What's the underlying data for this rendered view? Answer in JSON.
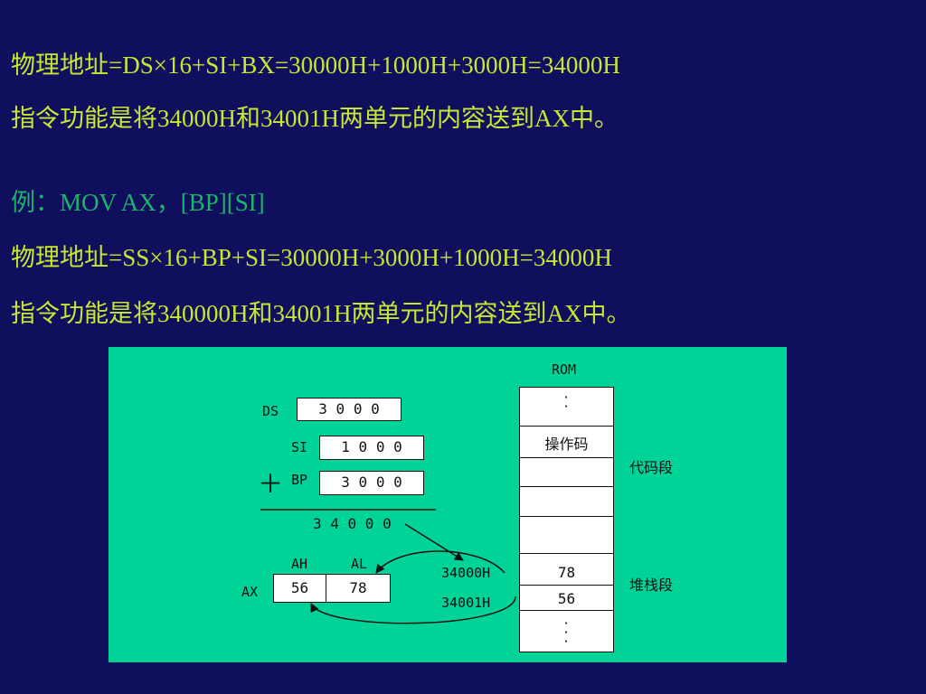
{
  "text_lines": {
    "line1": "物理地址=DS×16+SI+BX=30000H+1000H+3000H=34000H",
    "line2": "指令功能是将34000H和34001H两单元的内容送到AX中。",
    "line3": "例：MOV  AX，[BP][SI]",
    "line4": "物理地址=SS×16+BP+SI=30000H+3000H+1000H=34000H",
    "line5": "指令功能是将340000H和34001H两单元的内容送到AX中。"
  },
  "diagram": {
    "rom_label": "ROM",
    "ds": {
      "label": "DS",
      "value": "3 0 0 0"
    },
    "si": {
      "label": "SI",
      "value": "1 0 0 0"
    },
    "bp": {
      "label": "BP",
      "value": "3 0 0 0"
    },
    "plus_sign": "＋",
    "sum": "3 4 0 0 0",
    "ax": {
      "label": "AX",
      "ah_label": "AH",
      "al_label": "AL",
      "ah_value": "56",
      "al_value": "78"
    },
    "addr1": "34000H",
    "addr2": "34001H",
    "memory": {
      "dots_top": "·\n·",
      "opcode": "操作码",
      "cell1": "78",
      "cell2": "56",
      "dots_bottom": "·\n·\n·"
    },
    "code_segment": "代码段",
    "stack_segment": "堆栈段"
  },
  "colors": {
    "background": "#0f0f5e",
    "text_yellow_green": "#c8e632",
    "text_green": "#1db36b",
    "diagram_bg": "#00d398"
  }
}
